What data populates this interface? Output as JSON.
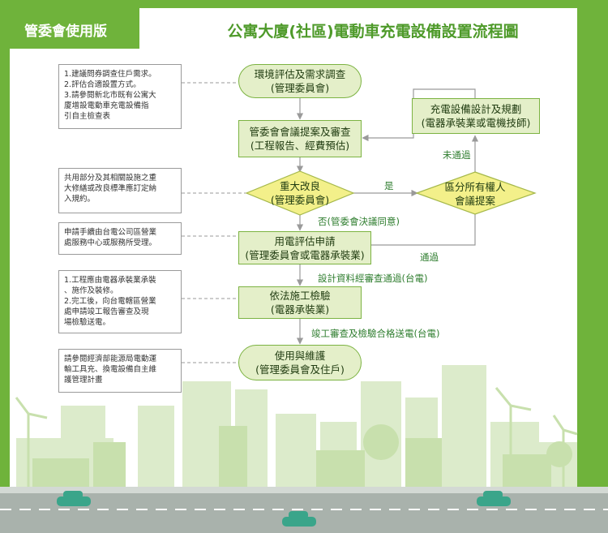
{
  "header": {
    "badge": "管委會使用版",
    "title": "公寓大廈(社區)電動車充電設備設置流程圖"
  },
  "colors": {
    "accent": "#6fb33b",
    "title_green": "#4e9a2a",
    "node_fill": "#e4efc9",
    "diamond_fill": "#f3f08a",
    "edge_label": "#2e7d2e",
    "road": "#9ea8a2"
  },
  "notes": [
    {
      "lines": [
        "1.建議問券調查住戶需求。",
        "2.評估合適設置方式。",
        "3.請參閱新北市既有公寓大",
        "   廈增設電動車充電設備指",
        "   引自主檢查表"
      ]
    },
    {
      "lines": [
        "共用部分及其相關設施之重",
        "大修繕或改良標準應訂定納",
        "入規約。"
      ]
    },
    {
      "lines": [
        "申請手續由台電公司區營業",
        "處服務中心或服務所受理。"
      ]
    },
    {
      "lines": [
        "1.工程應由電器承裝業承裝",
        "   、施作及裝修。",
        "2.完工後，向台電轄區營業",
        "   處申請竣工報告審查及現",
        "   場檢驗送電。"
      ]
    },
    {
      "lines": [
        "請參閱經濟部能源局電動運",
        "輸工具充、換電設備自主維",
        "護管理計畫"
      ]
    }
  ],
  "nodes": {
    "assess": {
      "line1": "環境評估及需求調查",
      "line2": "(管理委員會)"
    },
    "proposal": {
      "line1": "管委會會議提案及審查",
      "line2": "(工程報告、經費預估)"
    },
    "major": {
      "line1": "重大改良",
      "line2": "(管理委員會)"
    },
    "owners": {
      "line1": "區分所有權人",
      "line2": "會議提案"
    },
    "design": {
      "line1": "充電設備設計及規劃",
      "line2": "(電器承裝業或電機技師)"
    },
    "apply": {
      "line1": "用電評估申請",
      "line2": "(管理委員會或電器承裝業)"
    },
    "construct": {
      "line1": "依法施工檢驗",
      "line2": "(電器承裝業)"
    },
    "maintain": {
      "line1": "使用與維護",
      "line2": "(管理委員會及住戶)"
    }
  },
  "edge_labels": {
    "yes": "是",
    "not_passed": "未通過",
    "no": "否(管委會決議同意)",
    "passed": "通過",
    "design_ok": "設計資料經審查通過(台電)",
    "completion_ok": "竣工審查及檢驗合格送電(台電)"
  }
}
